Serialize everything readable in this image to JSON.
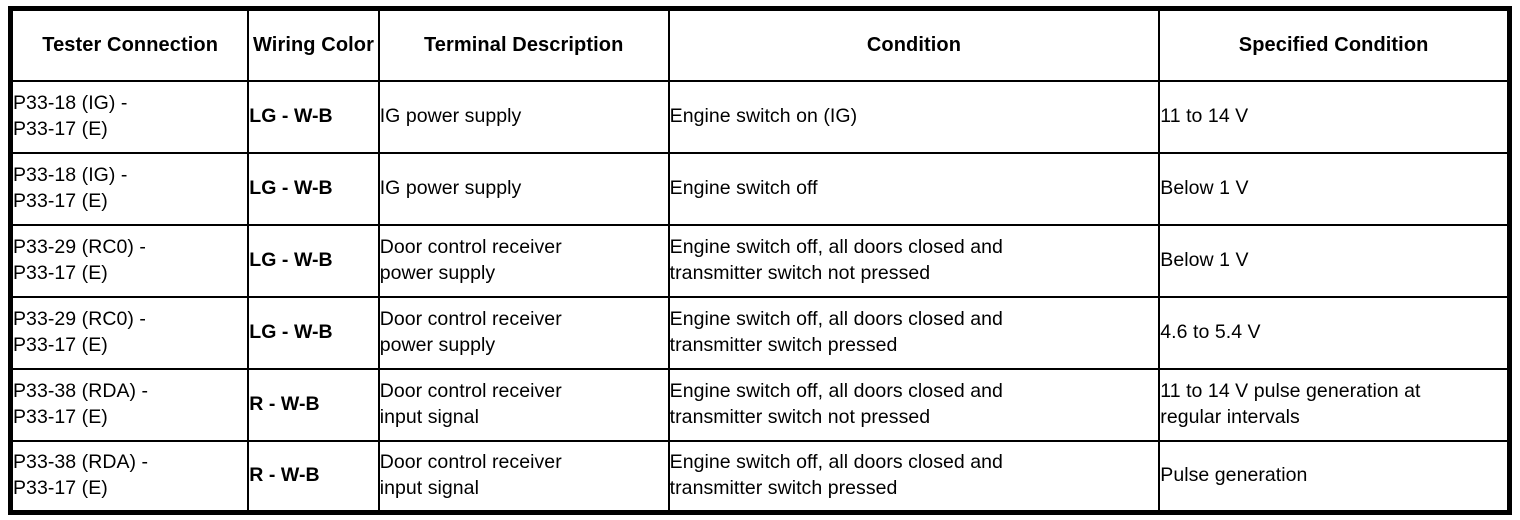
{
  "table": {
    "columns": [
      {
        "key": "tester_connection",
        "label": "Tester Connection"
      },
      {
        "key": "wiring_color",
        "label": "Wiring\nColor"
      },
      {
        "key": "terminal_description",
        "label": "Terminal Description"
      },
      {
        "key": "condition",
        "label": "Condition"
      },
      {
        "key": "specified_condition",
        "label": "Specified Condition"
      }
    ],
    "rows": [
      {
        "tester_connection": "P33-18 (IG) -\nP33-17 (E)",
        "wiring_color": "LG - W-B",
        "terminal_description": "IG power supply",
        "condition": "Engine switch on (IG)",
        "specified_condition": "11 to 14 V"
      },
      {
        "tester_connection": "P33-18 (IG) -\nP33-17 (E)",
        "wiring_color": "LG - W-B",
        "terminal_description": "IG power supply",
        "condition": "Engine switch off",
        "specified_condition": "Below 1 V"
      },
      {
        "tester_connection": "P33-29 (RC0) -\nP33-17 (E)",
        "wiring_color": "LG - W-B",
        "terminal_description": "Door control receiver\npower supply",
        "condition": "Engine switch off, all doors closed and\ntransmitter switch not pressed",
        "specified_condition": "Below 1 V"
      },
      {
        "tester_connection": "P33-29 (RC0) -\nP33-17 (E)",
        "wiring_color": "LG - W-B",
        "terminal_description": "Door control receiver\npower supply",
        "condition": "Engine switch off, all doors closed and\ntransmitter switch pressed",
        "specified_condition": "4.6 to 5.4 V"
      },
      {
        "tester_connection": "P33-38 (RDA) -\nP33-17 (E)",
        "wiring_color": "R - W-B",
        "terminal_description": "Door control receiver\ninput signal",
        "condition": "Engine switch off, all doors closed and\ntransmitter switch not pressed",
        "specified_condition": "11 to 14 V pulse generation at\nregular intervals"
      },
      {
        "tester_connection": "P33-38 (RDA) -\nP33-17 (E)",
        "wiring_color": "R - W-B",
        "terminal_description": "Door control receiver\ninput signal",
        "condition": "Engine switch off, all doors closed and\ntransmitter switch pressed",
        "specified_condition": "Pulse generation"
      }
    ]
  },
  "colors": {
    "border": "#000000",
    "text": "#000000",
    "background": "#ffffff"
  }
}
